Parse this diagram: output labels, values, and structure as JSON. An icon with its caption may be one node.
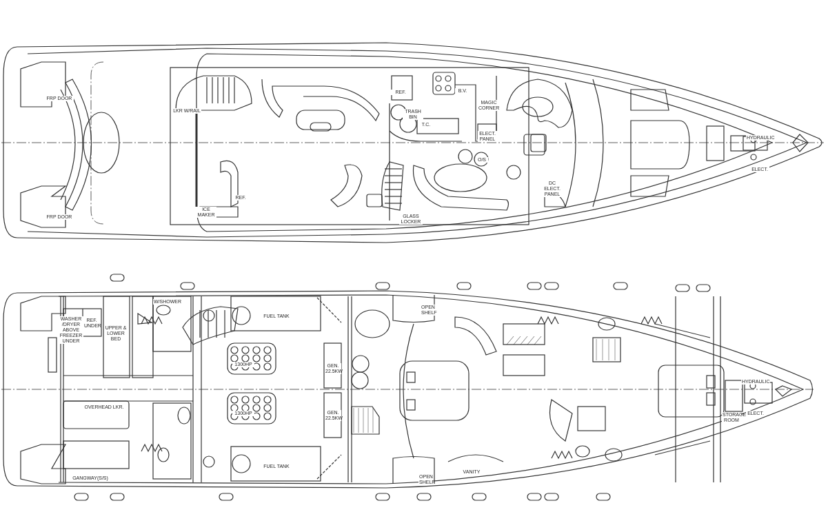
{
  "diagram": {
    "labels": [
      "FRP DOOR",
      "LKR W/RAIL",
      "REF.",
      "B.V.",
      "TRASH BIN",
      "MAGIC CORNER",
      "T.C.",
      "ELECT. PANEL",
      "HYDRAULIC",
      "O/S",
      "ELECT.",
      "DC ELECT. PANEL",
      "REF.",
      "ICE MAKER",
      "GLASS LOCKER",
      "FRP DOOR",
      "W/SHOWER",
      "WASHER /DRYER ABOVE FREEZER UNDER",
      "REF. UNDER",
      "FUEL TANK",
      "OPEN SHELF",
      "UPPER & LOWER BED",
      "1300HP",
      "GEN. 22.5KW",
      "HYDRAULIC",
      "GEN. 22.5KW",
      "1300HP",
      "ELECT.",
      "OVERHEAD LKR.",
      "STORAGE ROOM",
      "FUEL TANK",
      "VANITY",
      "OPEN SHELF",
      "GANGWAY(S/S)"
    ]
  }
}
